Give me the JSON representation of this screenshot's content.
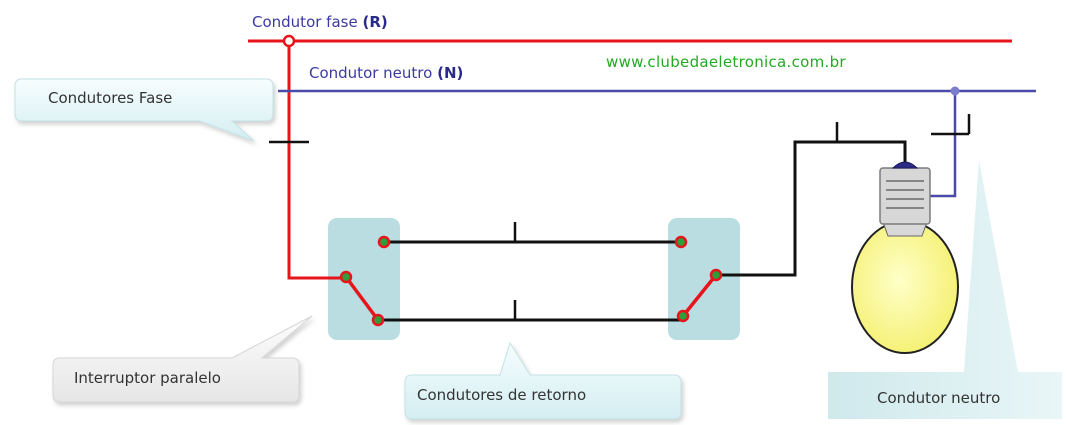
{
  "labels": {
    "fase_text": "Condutor fase ",
    "fase_tag": "(R)",
    "neutro_text": "Condutor neutro ",
    "neutro_tag": "(N)",
    "website": "www.clubedaeletronica.com.br",
    "callout_fase": "Condutores Fase",
    "callout_interruptor": "Interruptor paralelo",
    "callout_retorno": "Condutores de retorno",
    "callout_neutro": "Condutor neutro"
  },
  "colors": {
    "phase": "#e8141c",
    "neutral": "#4a4aa8",
    "return": "#111111",
    "switch_body": "#b9dde1",
    "terminal_ring": "#e8141c",
    "terminal_center": "#2e9e3a",
    "bulb_glass": "#fbf98a",
    "callout_fill": "#e3f6f8"
  }
}
